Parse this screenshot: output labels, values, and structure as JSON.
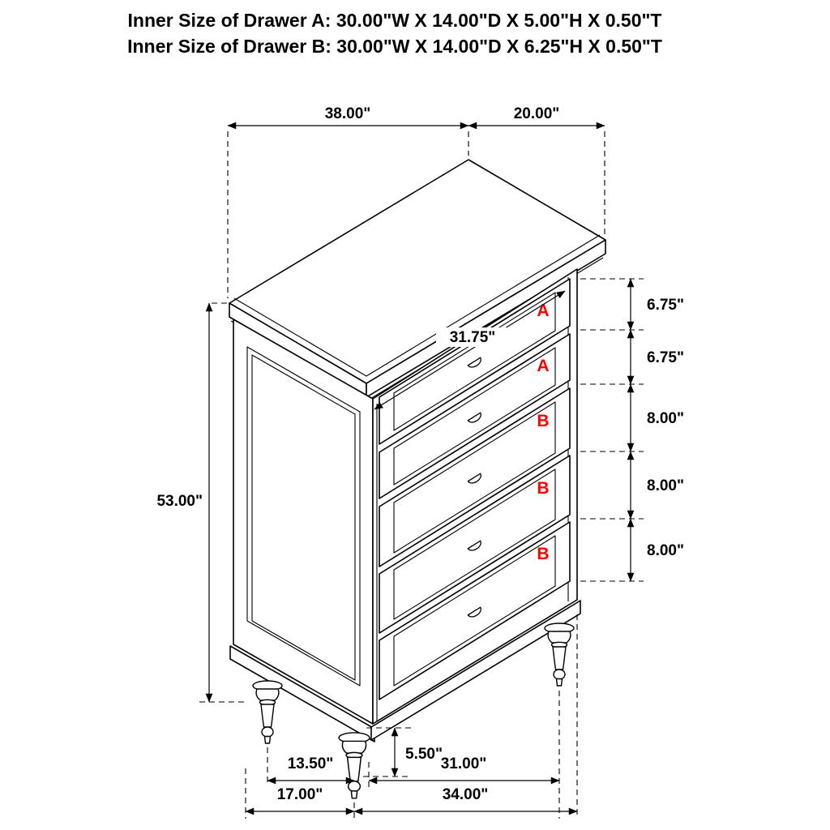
{
  "title": {
    "line1": "Inner Size of Drawer A: 30.00\"W X 14.00\"D X 5.00\"H X 0.50\"T",
    "line2": "Inner Size of Drawer B: 30.00\"W X 14.00\"D X 6.25\"H X 0.50\"T"
  },
  "dims": {
    "top_width": "38.00\"",
    "top_depth": "20.00\"",
    "total_height": "53.00\"",
    "drawer1_height": "6.75\"",
    "drawer2_height": "6.75\"",
    "drawer3_height": "8.00\"",
    "drawer4_height": "8.00\"",
    "drawer5_height": "8.00\"",
    "opening_width": "31.75\"",
    "leg_height": "5.50\"",
    "side_leg_span": "13.50\"",
    "side_base_span": "17.00\"",
    "front_leg_span": "31.00\"",
    "front_base_span": "34.00\""
  },
  "drawer_letters": [
    "A",
    "A",
    "B",
    "B",
    "B"
  ],
  "colors": {
    "line": "#000000",
    "letter_red": "#fe0000",
    "background": "#ffffff"
  }
}
